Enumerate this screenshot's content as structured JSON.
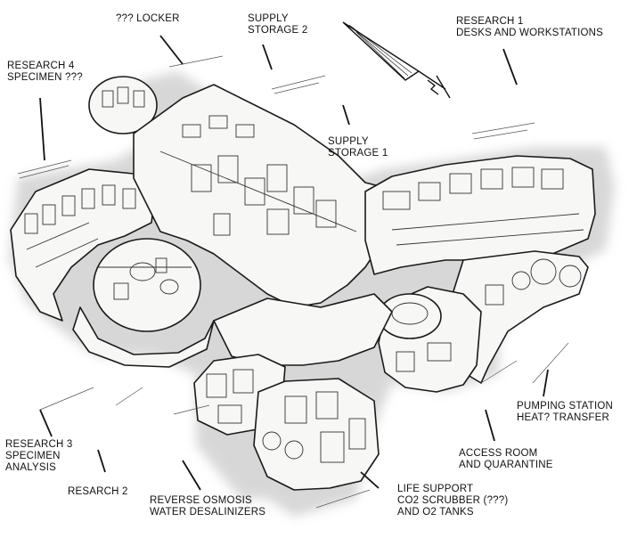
{
  "labels": {
    "locker": [
      "??? LOCKER"
    ],
    "supply_storage_2": [
      "SUPPLY",
      "STORAGE 2"
    ],
    "research_1": [
      "RESEARCH 1",
      "DESKS AND WORKSTATIONS"
    ],
    "research_4": [
      "RESEARCH 4",
      "SPECIMEN ???"
    ],
    "supply_storage_1": [
      "SUPPLY",
      "STORAGE 1"
    ],
    "pumping_station": [
      "PUMPING STATION",
      "HEAT? TRANSFER"
    ],
    "research_3": [
      "RESEARCH 3",
      "SPECIMEN",
      "ANALYSIS"
    ],
    "access_room": [
      "ACCESS ROOM",
      "AND QUARANTINE"
    ],
    "research_2": [
      "RESARCH 2"
    ],
    "reverse_osmosis": [
      "REVERSE OSMOSIS",
      "WATER DESALINIZERS"
    ],
    "life_support": [
      "LIFE SUPPORT",
      "CO2 SCRUBBER (???)",
      "AND O2 TANKS"
    ]
  },
  "colors": {
    "ink": "#1a1a1a",
    "shadow": "#bdbdbd",
    "floor": "#f4f4f2",
    "paper": "#ffffff"
  },
  "icons": [
    "north-arrow-icon"
  ]
}
